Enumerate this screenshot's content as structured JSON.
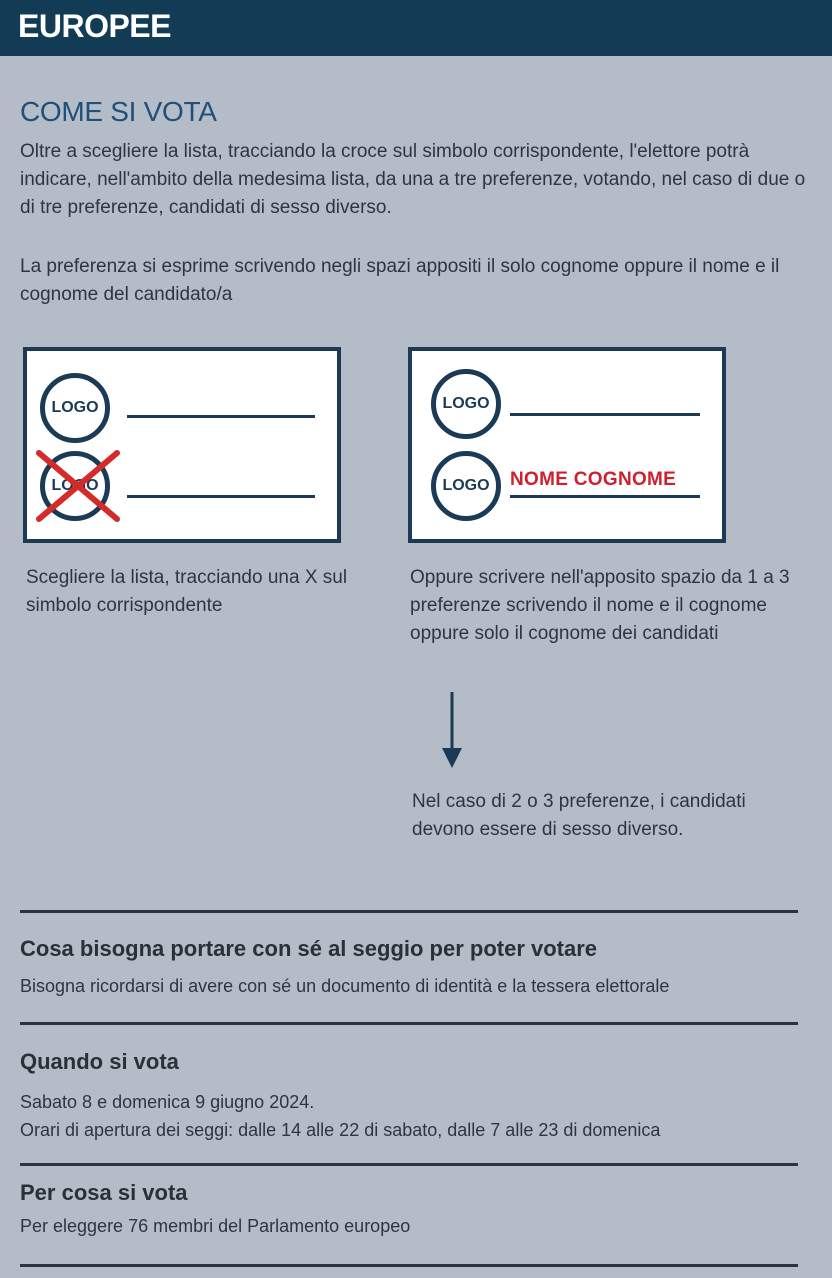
{
  "header": {
    "title": "EUROPEE"
  },
  "section": {
    "title": "COME SI VOTA",
    "paragraph1": "Oltre a scegliere la lista, tracciando la croce sul simbolo corrispondente, l'elettore potrà indicare, nell'ambito della medesima lista, da una a tre preferenze, votando, nel caso di due o di tre preferenze, candidati di sesso diverso.",
    "paragraph2": "La preferenza si esprime scrivendo negli spazi appositi il solo cognome oppure il nome e il cognome del candidato/a"
  },
  "ballots": {
    "logo_label": "LOGO",
    "name_example": "NOME COGNOME",
    "caption_left": "Scegliere la lista, tracciando una X sul simbolo corrispondente",
    "caption_right": "Oppure scrivere nell'apposito spazio da 1 a 3 preferenze scrivendo il  nome e il cognome oppure solo il cognome dei candidati",
    "note": "Nel caso di 2 o 3 preferenze, i candidati devono essere di sesso diverso."
  },
  "info": [
    {
      "title": "Cosa bisogna portare con sé al seggio per poter votare",
      "lines": [
        "Bisogna ricordarsi di avere con sé un documento di identità e la tessera elettorale"
      ]
    },
    {
      "title": "Quando si vota",
      "lines": [
        "Sabato 8 e domenica 9 giugno 2024.",
        "Orari di apertura dei seggi: dalle 14 alle 22 di sabato, dalle 7 alle 23 di domenica"
      ]
    },
    {
      "title": "Per cosa si vota",
      "lines": [
        "Per eleggere 76 membri del Parlamento europeo"
      ]
    }
  ],
  "colors": {
    "header_bg": "#123c55",
    "accent_title": "#1f4f7a",
    "name_red": "#d0202f",
    "page_bg": "#b4bcc8"
  }
}
